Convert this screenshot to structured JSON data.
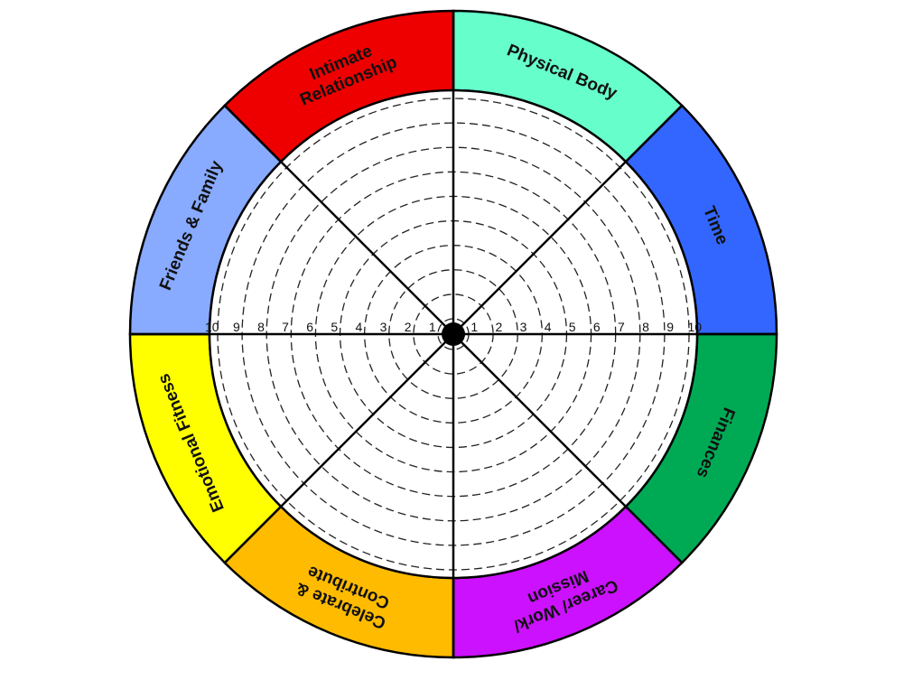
{
  "wheel": {
    "segments": [
      {
        "lines": [
          "Physical Body"
        ],
        "color": "#66FFCC"
      },
      {
        "lines": [
          "Time"
        ],
        "color": "#3366FF"
      },
      {
        "lines": [
          "Finances"
        ],
        "color": "#00AA55"
      },
      {
        "lines": [
          "Career/ Work/",
          "Mission"
        ],
        "color": "#CC11FF"
      },
      {
        "lines": [
          "Celebrate &",
          "Contribute"
        ],
        "color": "#FFBB00"
      },
      {
        "lines": [
          "Emotional Fitness"
        ],
        "color": "#FFFF00"
      },
      {
        "lines": [
          "Friends & Family"
        ],
        "color": "#88AAFF"
      },
      {
        "lines": [
          "Intimate",
          "Relationship"
        ],
        "color": "#EE0000"
      }
    ],
    "scale": {
      "min": 1,
      "max": 10,
      "ticks": [
        "1",
        "2",
        "3",
        "4",
        "5",
        "6",
        "7",
        "8",
        "9",
        "10"
      ]
    }
  }
}
